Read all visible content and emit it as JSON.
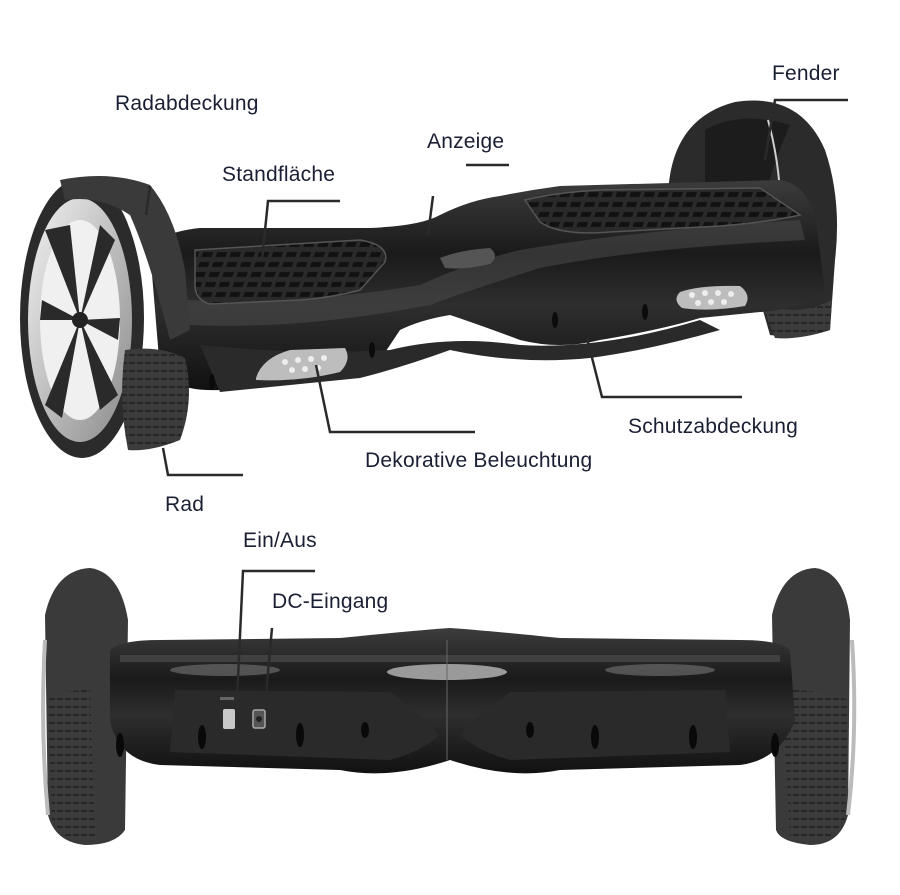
{
  "diagram": {
    "subject": "Hoverboard (self-balancing scooter) parts overview",
    "views": [
      {
        "id": "top-view",
        "description": "Perspective view from above"
      },
      {
        "id": "rear-view",
        "description": "Rear / side view showing ports"
      }
    ],
    "labels": {
      "radabdeckung": "Radabdeckung",
      "standflaeche": "Standfläche",
      "anzeige": "Anzeige",
      "fender": "Fender",
      "schutzabdeckung": "Schutzabdeckung",
      "dekorative_beleuchtung": "Dekorative Beleuchtung",
      "rad": "Rad",
      "ein_aus": "Ein/Aus",
      "dc_eingang": "DC-Eingang"
    },
    "colors": {
      "label_text": "#1a1f33",
      "leader_line": "#2a2a2a",
      "body": "#1b1b1b",
      "body_highlight": "#4a4a4a",
      "tire": "#3a3a3a",
      "rim": "#d8d8d8",
      "light": "#cfcfcf",
      "background": "#ffffff"
    }
  }
}
